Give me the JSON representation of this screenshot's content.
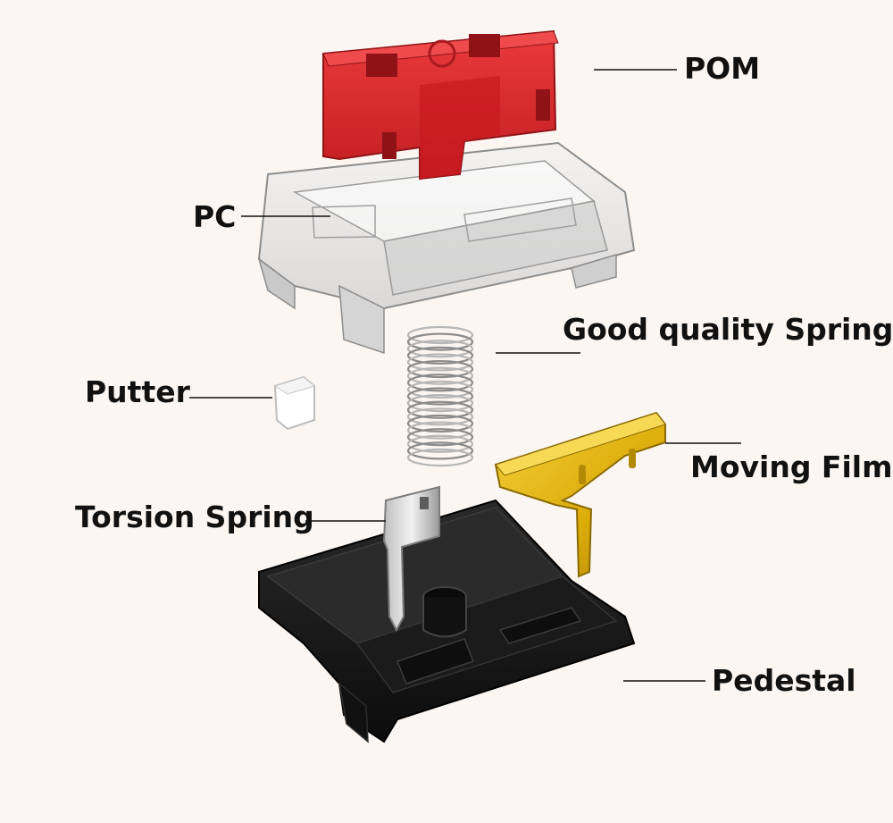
{
  "labels": {
    "pom": "POM",
    "pc": "PC",
    "spring": "Good quality Spring",
    "putter": "Putter",
    "moving_film": "Moving Film",
    "torsion_spring": "Torsion Spring",
    "pedestal": "Pedestal"
  },
  "colors": {
    "background": "#fbf6f2",
    "stem_red": "#d8262b",
    "housing_clear": "#dcdcdc",
    "pedestal_black": "#161616",
    "film_gold": "#e2b40f",
    "spring_silver": "#a8a8a8"
  }
}
